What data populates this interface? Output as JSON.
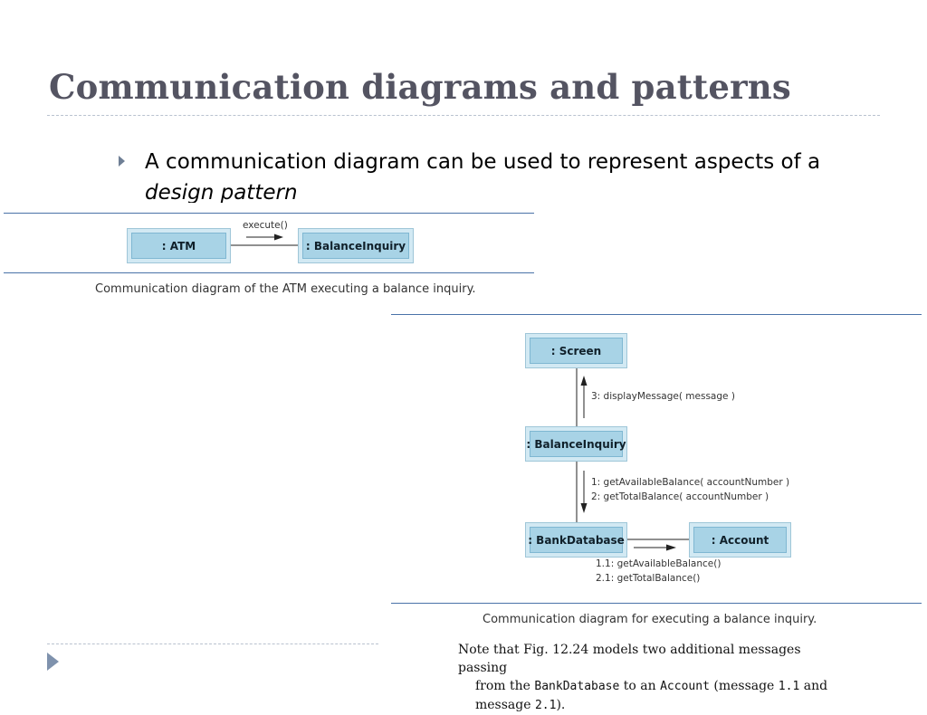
{
  "slide": {
    "title": "Communication diagrams and patterns",
    "bullet": {
      "text": "A communication diagram can be used to represent aspects of a ",
      "emphasis": "design pattern"
    }
  },
  "figure_1": {
    "objects": {
      "atm": ": ATM",
      "balance_inquiry": ": BalanceInquiry"
    },
    "message": "execute()",
    "caption": "Communication diagram of the ATM executing a balance inquiry."
  },
  "figure_2": {
    "objects": {
      "screen": ": Screen",
      "balance_inquiry": ": BalanceInquiry",
      "bank_database": ": BankDatabase",
      "account": ": Account"
    },
    "messages": {
      "to_screen": "3: displayMessage( message )",
      "to_bank_1": "1: getAvailableBalance( accountNumber )",
      "to_bank_2": "2: getTotalBalance( accountNumber )",
      "to_account_1": "1.1: getAvailableBalance()",
      "to_account_2": "2.1: getTotalBalance()"
    },
    "caption": "Communication diagram for executing a balance inquiry."
  },
  "note": {
    "part1": "Note that Fig. 12.24 models two additional messages passing",
    "part2": "from the ",
    "code1": "BankDatabase",
    "part3": " to an ",
    "code2": "Account",
    "part4": " (message ",
    "code3": "1.1",
    "part5": " and",
    "part6": "message ",
    "code4": "2.1",
    "part7": ")."
  },
  "colors": {
    "title": "#545462",
    "box_fill": "#a8d3e6",
    "rule": "#4a72a8",
    "bullet": "#6f7f95"
  }
}
